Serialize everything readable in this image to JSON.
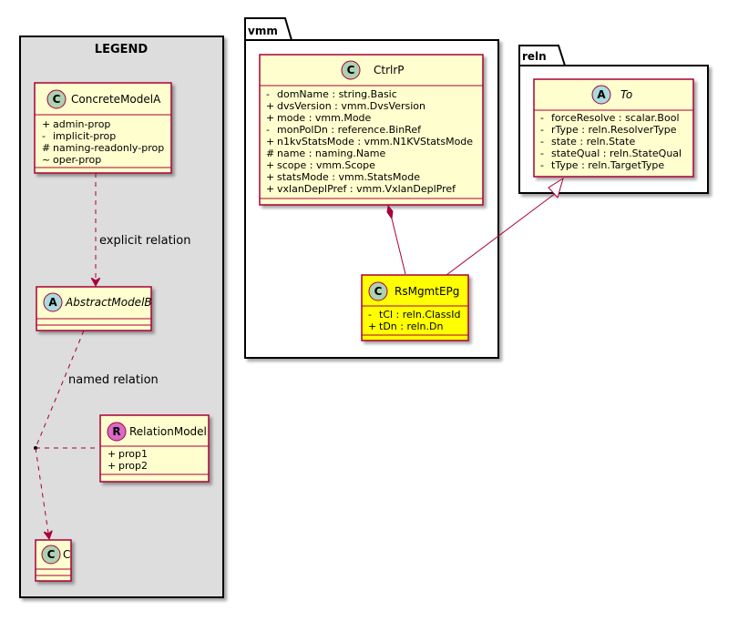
{
  "legend": {
    "title": "LEGEND",
    "concrete_model": {
      "name": "ConcreteModelA",
      "stereotype": "C",
      "props": [
        {
          "vis": "+",
          "text": "admin-prop"
        },
        {
          "vis": "-",
          "text": "implicit-prop"
        },
        {
          "vis": "#",
          "text": "naming-readonly-prop"
        },
        {
          "vis": "~",
          "text": "oper-prop"
        }
      ]
    },
    "explicit_relation_label": "explicit relation",
    "abstract_model": {
      "name": "AbstractModelB",
      "stereotype": "A"
    },
    "named_relation_label": "named relation",
    "relation_model": {
      "name": "RelationModel",
      "stereotype": "R",
      "props": [
        {
          "vis": "+",
          "text": "prop1"
        },
        {
          "vis": "+",
          "text": "prop2"
        }
      ]
    },
    "c_model": {
      "name": "C",
      "stereotype": "C"
    }
  },
  "vmm": {
    "package_name": "vmm",
    "ctrlrp": {
      "name": "CtrlrP",
      "stereotype": "C",
      "attrs": [
        {
          "vis": "-",
          "text": "domName : string.Basic"
        },
        {
          "vis": "+",
          "text": "dvsVersion : vmm.DvsVersion"
        },
        {
          "vis": "+",
          "text": "mode : vmm.Mode"
        },
        {
          "vis": "-",
          "text": "monPolDn : reference.BinRef"
        },
        {
          "vis": "+",
          "text": "n1kvStatsMode : vmm.N1KVStatsMode"
        },
        {
          "vis": "#",
          "text": "name : naming.Name"
        },
        {
          "vis": "+",
          "text": "scope : vmm.Scope"
        },
        {
          "vis": "+",
          "text": "statsMode : vmm.StatsMode"
        },
        {
          "vis": "+",
          "text": "vxlanDeplPref : vmm.VxlanDeplPref"
        }
      ]
    },
    "rsmgmtepg": {
      "name": "RsMgmtEPg",
      "stereotype": "C",
      "attrs": [
        {
          "vis": "-",
          "text": "tCl : reln.ClassId"
        },
        {
          "vis": "+",
          "text": "tDn : reln.Dn"
        }
      ]
    }
  },
  "reln": {
    "package_name": "reln",
    "to": {
      "name": "To",
      "stereotype": "A",
      "attrs": [
        {
          "vis": "-",
          "text": "forceResolve : scalar.Bool"
        },
        {
          "vis": "-",
          "text": "rType : reln.ResolverType"
        },
        {
          "vis": "-",
          "text": "state : reln.State"
        },
        {
          "vis": "-",
          "text": "stateQual : reln.StateQual"
        },
        {
          "vis": "-",
          "text": "tType : reln.TargetType"
        }
      ]
    }
  },
  "colors": {
    "class_fill": "#FEFECE",
    "class_border": "#A80036",
    "highlight_fill": "#FFFF00",
    "legend_bg": "#DDDDDD",
    "arrow": "#A80036",
    "circle_c": "#ADD1B2",
    "circle_a": "#A9DCDF",
    "circle_r": "#D86BC9"
  }
}
